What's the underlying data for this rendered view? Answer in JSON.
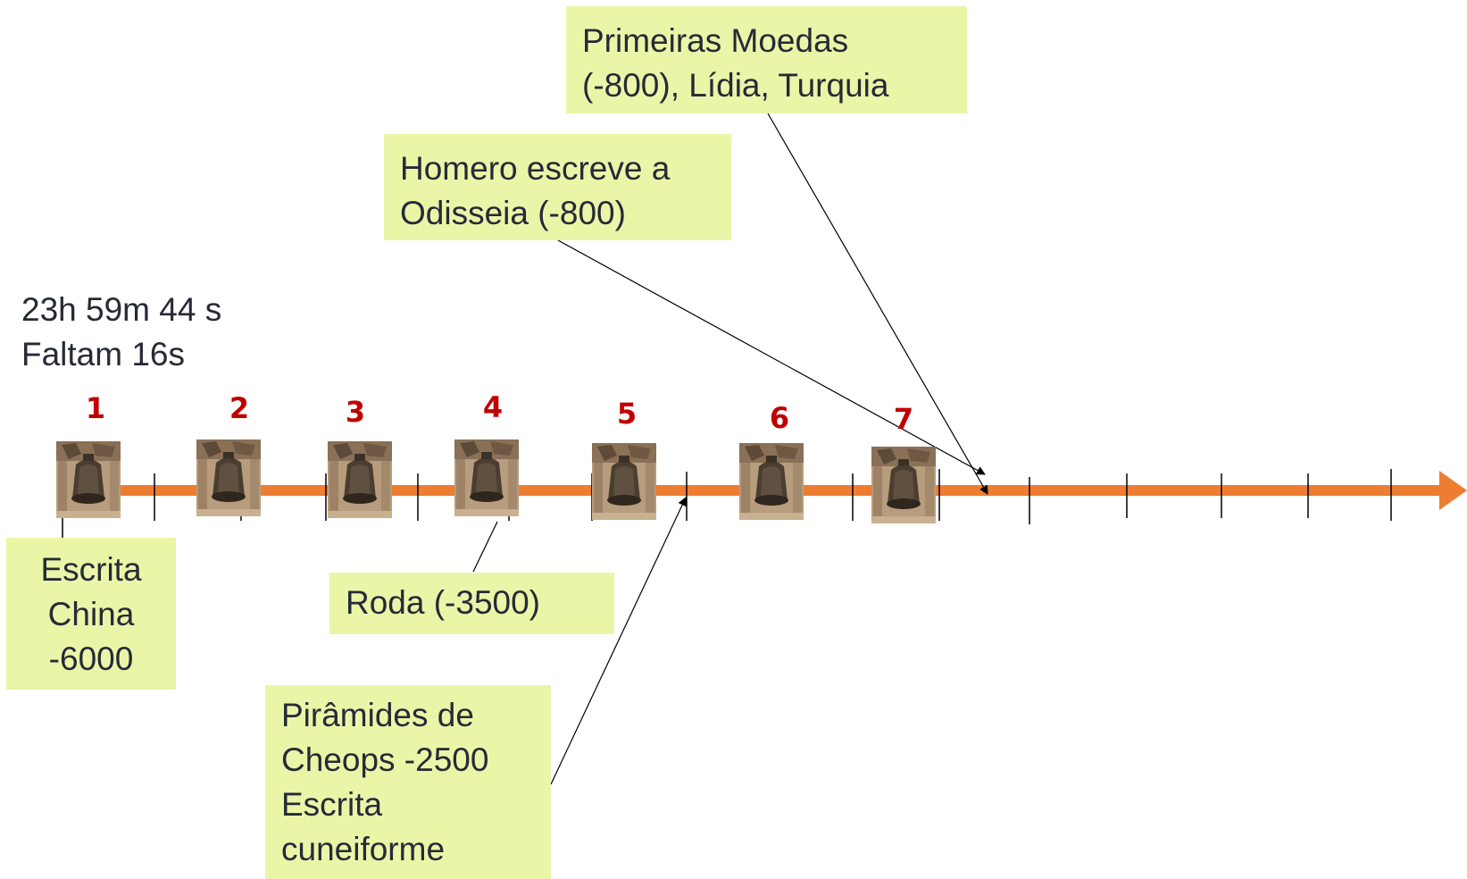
{
  "clock": {
    "time": "23h 59m 44 s",
    "remaining": "Faltam 16s"
  },
  "bells": [
    {
      "label": "1"
    },
    {
      "label": "2"
    },
    {
      "label": "3"
    },
    {
      "label": "4"
    },
    {
      "label": "5"
    },
    {
      "label": "6"
    },
    {
      "label": "7"
    }
  ],
  "notes": {
    "moedas": [
      "Primeiras Moedas",
      "(-800), Lídia, Turquia"
    ],
    "homero": [
      "Homero escreve a",
      "Odisseia (-800)"
    ],
    "escrita_china": [
      "Escrita",
      "China",
      "-6000"
    ],
    "roda": [
      "Roda (-3500)"
    ],
    "piramides": [
      "Pirâmides de",
      "Cheops  -2500",
      "Escrita",
      "cuneiforme"
    ]
  },
  "colors": {
    "timeline": "#ed7d31",
    "note_bg": "#eaf5a8",
    "bell_number": "#c00000",
    "text": "#262a36"
  },
  "icons": {
    "bell": "bell-icon",
    "arrowhead": "arrow-head-icon"
  }
}
